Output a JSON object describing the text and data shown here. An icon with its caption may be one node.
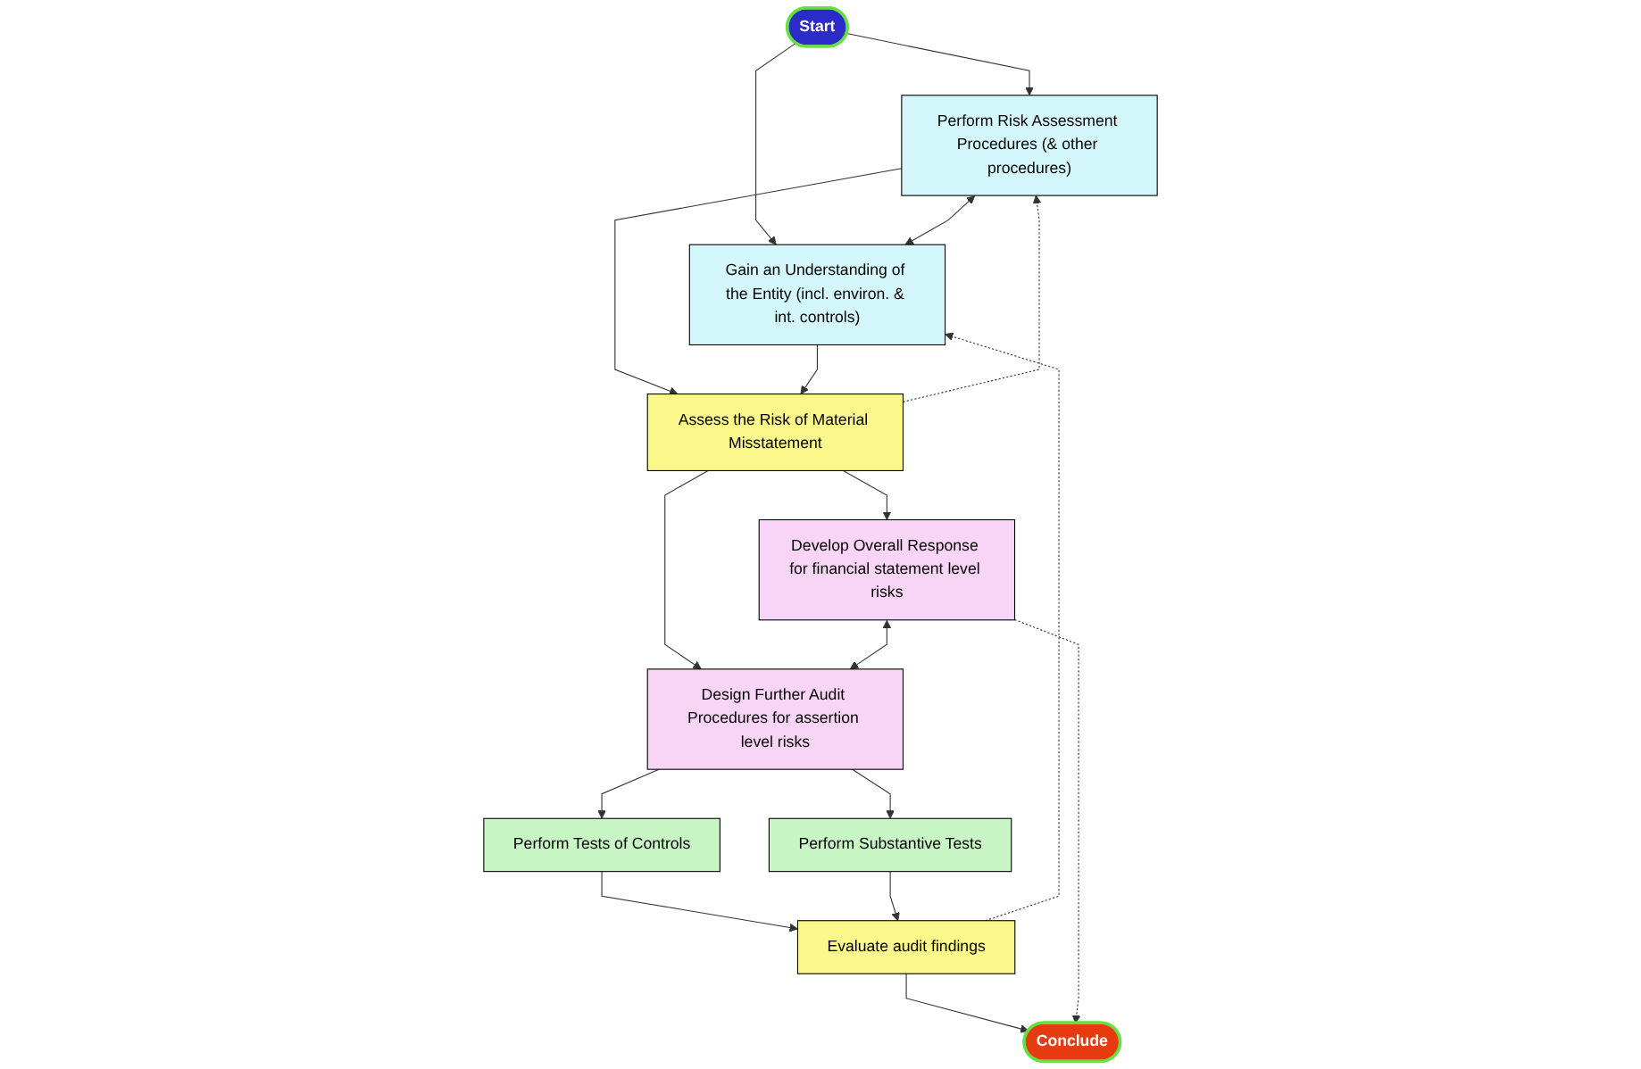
{
  "diagram": {
    "nodes": [
      {
        "text": [
          "Start"
        ]
      },
      {
        "text": [
          "Perform Risk Assessment Procedures (& other procedures)"
        ]
      },
      {
        "text": [
          "Gain an Understanding of the Entity (incl. environ. & int. controls)"
        ]
      },
      {
        "text": [
          "Assess the Risk of Material Misstatement"
        ]
      },
      {
        "text": [
          "Develop Overall Response for financial statement level risks"
        ]
      },
      {
        "text": [
          "Design Further Audit Procedures for assertion level risks"
        ]
      },
      {
        "text": [
          "Perform Tests of Controls"
        ]
      },
      {
        "text": [
          "Perform Substantive Tests"
        ]
      },
      {
        "text": [
          "Evaluate audit findings"
        ]
      },
      {
        "text": [
          "Conclude"
        ]
      }
    ],
    "edges": [
      {
        "from": 0,
        "to": 1,
        "arrow": "to"
      },
      {
        "from": 0,
        "to": 2,
        "arrow": "to"
      },
      {
        "from": 1,
        "to": 2,
        "arrow": "both"
      },
      {
        "from": 1,
        "to": 3,
        "arrow": "to"
      },
      {
        "from": 2,
        "to": 3,
        "arrow": "to"
      },
      {
        "from": 3,
        "to": 1,
        "arrow": "to",
        "style": "dashed"
      },
      {
        "from": 3,
        "to": 4,
        "arrow": "to"
      },
      {
        "from": 3,
        "to": 5,
        "arrow": "to"
      },
      {
        "from": 4,
        "to": 5,
        "arrow": "both"
      },
      {
        "from": 5,
        "to": 6,
        "arrow": "to"
      },
      {
        "from": 5,
        "to": 7,
        "arrow": "to"
      },
      {
        "from": 6,
        "to": 8,
        "arrow": "to"
      },
      {
        "from": 7,
        "to": 8,
        "arrow": "to"
      },
      {
        "from": 8,
        "to": 9,
        "arrow": "to"
      },
      {
        "from": 4,
        "to": 9,
        "arrow": "to",
        "style": "dashed"
      },
      {
        "from": 8,
        "to": 2,
        "arrow": "to",
        "style": "dashed"
      }
    ]
  }
}
